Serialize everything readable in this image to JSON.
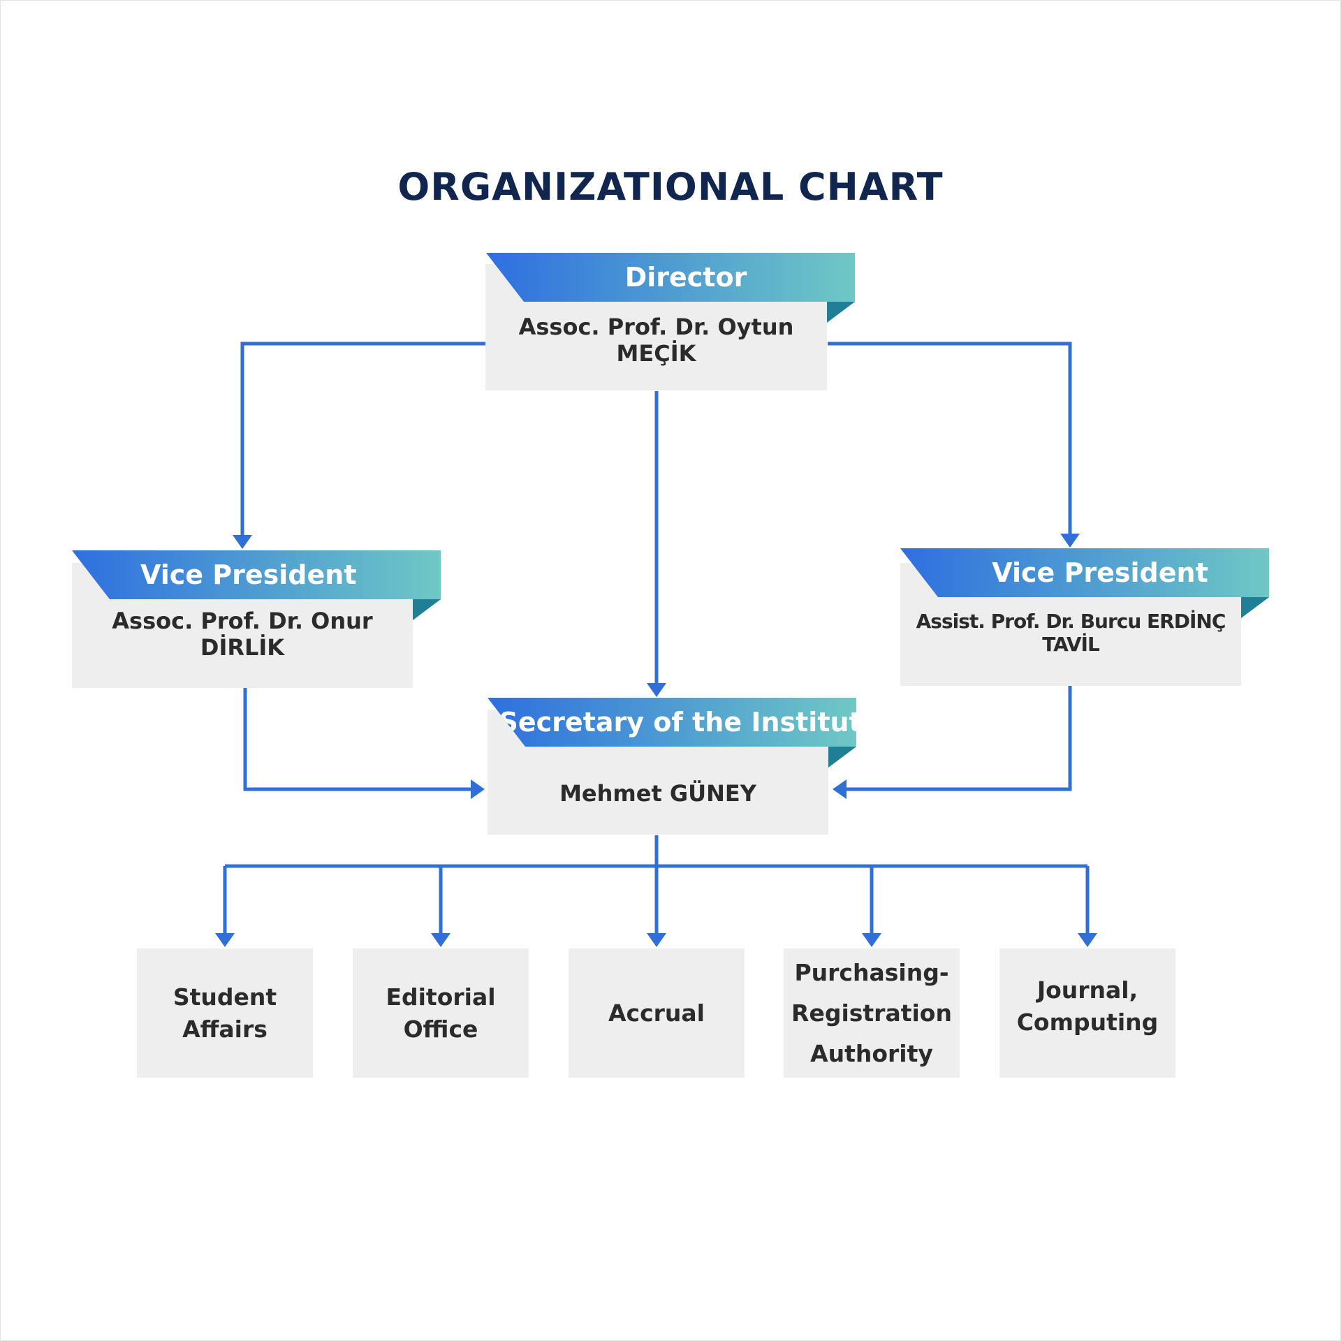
{
  "title": "ORGANIZATIONAL CHART",
  "colors": {
    "connector": "#2f6fd6",
    "banner_start": "#2e6fe0",
    "banner_end": "#6fc8c4",
    "fold": "#1f7f96",
    "box": "#eeeeee",
    "title": "#10264f"
  },
  "director": {
    "role": "Director",
    "name": "Assoc. Prof. Dr. Oytun MEÇİK"
  },
  "vice_president_left": {
    "role": "Vice President",
    "name": "Assoc. Prof. Dr. Onur DİRLİK"
  },
  "vice_president_right": {
    "role": "Vice President",
    "name": "Assist. Prof. Dr. Burcu ERDİNÇ TAVİL"
  },
  "secretary": {
    "role": "Secretary of the Institute",
    "name": "Mehmet GÜNEY"
  },
  "departments": [
    {
      "label": "Student Affairs"
    },
    {
      "label": "Editorial Office"
    },
    {
      "label": "Accrual"
    },
    {
      "label": "Purchasing-Registration Authority"
    },
    {
      "label": "Journal, Computing"
    }
  ]
}
